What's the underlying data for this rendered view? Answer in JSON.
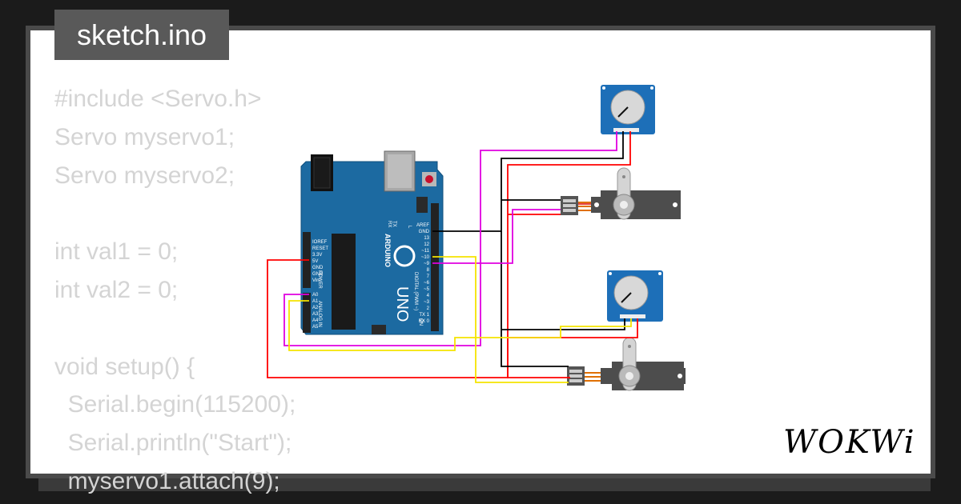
{
  "file": {
    "name": "sketch.ino"
  },
  "code_lines": [
    "#include <Servo.h>",
    "Servo myservo1;",
    "Servo myservo2;",
    "",
    "int val1 = 0;",
    "int val2 = 0;",
    "",
    "void setup() {",
    "  Serial.begin(115200);",
    "  Serial.println(\"Start\");",
    "  myservo1.attach(9);"
  ],
  "board": {
    "brand": "ARDUINO",
    "model": "UNO",
    "on_label": "ON",
    "digital_label": "DIGITAL (PWM ~)",
    "power_label": "POWER",
    "analog_label": "ANALOG IN",
    "power_pins": [
      "IOREF",
      "RESET",
      "3.3V",
      "5V",
      "GND",
      "GND",
      "Vin"
    ],
    "analog_pins": [
      "A0",
      "A1",
      "A2",
      "A3",
      "A4",
      "A5"
    ],
    "digital_pins": [
      "AREF",
      "GND",
      "13",
      "12",
      "~11",
      "~10",
      "~9",
      "8",
      "7",
      "~6",
      "~5",
      "4",
      "~3",
      "2",
      "TX 1",
      "RX 0"
    ],
    "tx_label": "TX",
    "rx_label": "RX",
    "l_label": "L"
  },
  "brand_logo": "WOKWi",
  "colors": {
    "board": "#1c6aa1",
    "wire_red": "#ff0000",
    "wire_black": "#000000",
    "wire_magenta": "#e000e0",
    "wire_yellow": "#f5e400",
    "servo_body": "#4d4d4d",
    "pot_board": "#1d6fb8"
  }
}
